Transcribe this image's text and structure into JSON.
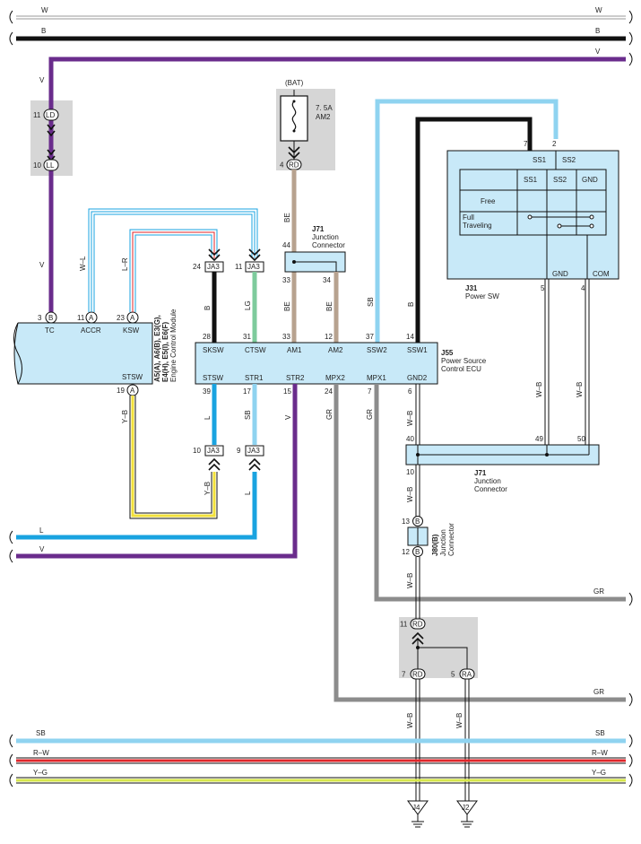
{
  "buses": {
    "w": "W",
    "b": "B",
    "v": "V",
    "sb": "SB",
    "rw": "R–W",
    "yg": "Y–G",
    "l": "L",
    "v_low": "V",
    "gr1": "GR",
    "gr2": "GR"
  },
  "connectors": {
    "ld": "LD",
    "ld_pin": "11",
    "ll": "LL",
    "ll_pin": "10",
    "rd_bat": "RD",
    "rd_bat_pin": "4",
    "ja3_24": "JA3",
    "ja3_24_pin": "24",
    "ja3_11": "JA3",
    "ja3_11_pin": "11",
    "ja3_10": "JA3",
    "ja3_10_pin": "10",
    "ja3_9": "JA3",
    "ja3_9_pin": "9",
    "b13": "B",
    "b13_pin": "13",
    "b12": "B",
    "b12_pin": "12",
    "rd11": "RD",
    "rd11_pin": "11",
    "rd7": "RD",
    "rd7_pin": "7",
    "ra5": "RA",
    "ra5_pin": "5",
    "a3": "B",
    "a3_pin": "3",
    "a11": "A",
    "a11_pin": "11",
    "a23": "A",
    "a23_pin": "23",
    "a19": "A",
    "a19_pin": "19"
  },
  "fuse": {
    "bat": "(BAT)",
    "rating": "7. 5A",
    "name": "AM2"
  },
  "ecm": {
    "tc": "TC",
    "accr": "ACCR",
    "ksw": "KSW",
    "stsw": "STSW",
    "codes1": "A5(A), A6(B), E3(G),",
    "codes2": "E4(H), E5(I), E6(F)",
    "name": "Engine Control Module"
  },
  "ecu": {
    "code": "J55",
    "name1": "Power Source",
    "name2": "Control ECU",
    "top": [
      "SKSW",
      "CTSW",
      "AM1",
      "AM2",
      "SSW2",
      "SSW1"
    ],
    "bottom": [
      "STSW",
      "STR1",
      "STR2",
      "MPX2",
      "MPX1",
      "GND2"
    ],
    "top_pins": [
      "28",
      "31",
      "33",
      "12",
      "37",
      "14"
    ],
    "bottom_pins": [
      "39",
      "17",
      "15",
      "24",
      "7",
      "6"
    ]
  },
  "j71_upper": {
    "code": "J71",
    "name1": "Junction",
    "name2": "Connector",
    "pin44": "44",
    "pin33": "33",
    "pin34": "34"
  },
  "j71_lower": {
    "code": "J71",
    "name1": "Junction",
    "name2": "Connector",
    "pin40": "40",
    "pin49": "49",
    "pin50": "50",
    "pin10": "10"
  },
  "j80": {
    "code": "J80(B)",
    "name1": "Junction",
    "name2": "Connector"
  },
  "power_sw": {
    "code": "J31",
    "name": "Power SW",
    "pin7": "7",
    "pin2": "2",
    "ss1": "SS1",
    "ss2": "SS2",
    "gnd": "GND",
    "com": "COM",
    "pin5": "5",
    "pin4": "4",
    "table_head": [
      "SS1",
      "SS2",
      "GND"
    ],
    "row1": "Free",
    "row2a": "Full",
    "row2b": "Traveling"
  },
  "wire_labels": {
    "v_left": "V",
    "v_left2": "V",
    "wl": "W–L",
    "lr": "L–R",
    "be1": "BE",
    "be2": "BE",
    "be3": "BE",
    "b_skw": "B",
    "lg": "LG",
    "sb_ssw2": "SB",
    "b_ssw1": "B",
    "yb": "Y–B",
    "yb2": "Y–B",
    "l_stsw": "L",
    "sb_str1": "SB",
    "v_str2": "V",
    "gr_mpx2": "GR",
    "gr_mpx1": "GR",
    "wb_gnd2": "W–B",
    "wb_gnd": "W–B",
    "wb_com": "W–B",
    "wb_j71": "W–B",
    "wb_j80": "W–B",
    "wb_j4": "W–B",
    "wb_j2": "W–B",
    "l_str1": "L"
  },
  "grounds": {
    "j4": "J4",
    "j2": "J2"
  },
  "colors": {
    "violet": "#6a2c8c",
    "black": "#111111",
    "light_blue": "#8fd3f0",
    "blue": "#19a3e0",
    "tan": "#b7a28f",
    "green": "#7ecb9c",
    "gray": "#8c8c8c",
    "yellow": "#f2e03a",
    "red": "#e0262a",
    "ygreen": "#d6e64a",
    "box_fill": "#c8e9f8",
    "panel_gray": "#d6d6d6"
  }
}
